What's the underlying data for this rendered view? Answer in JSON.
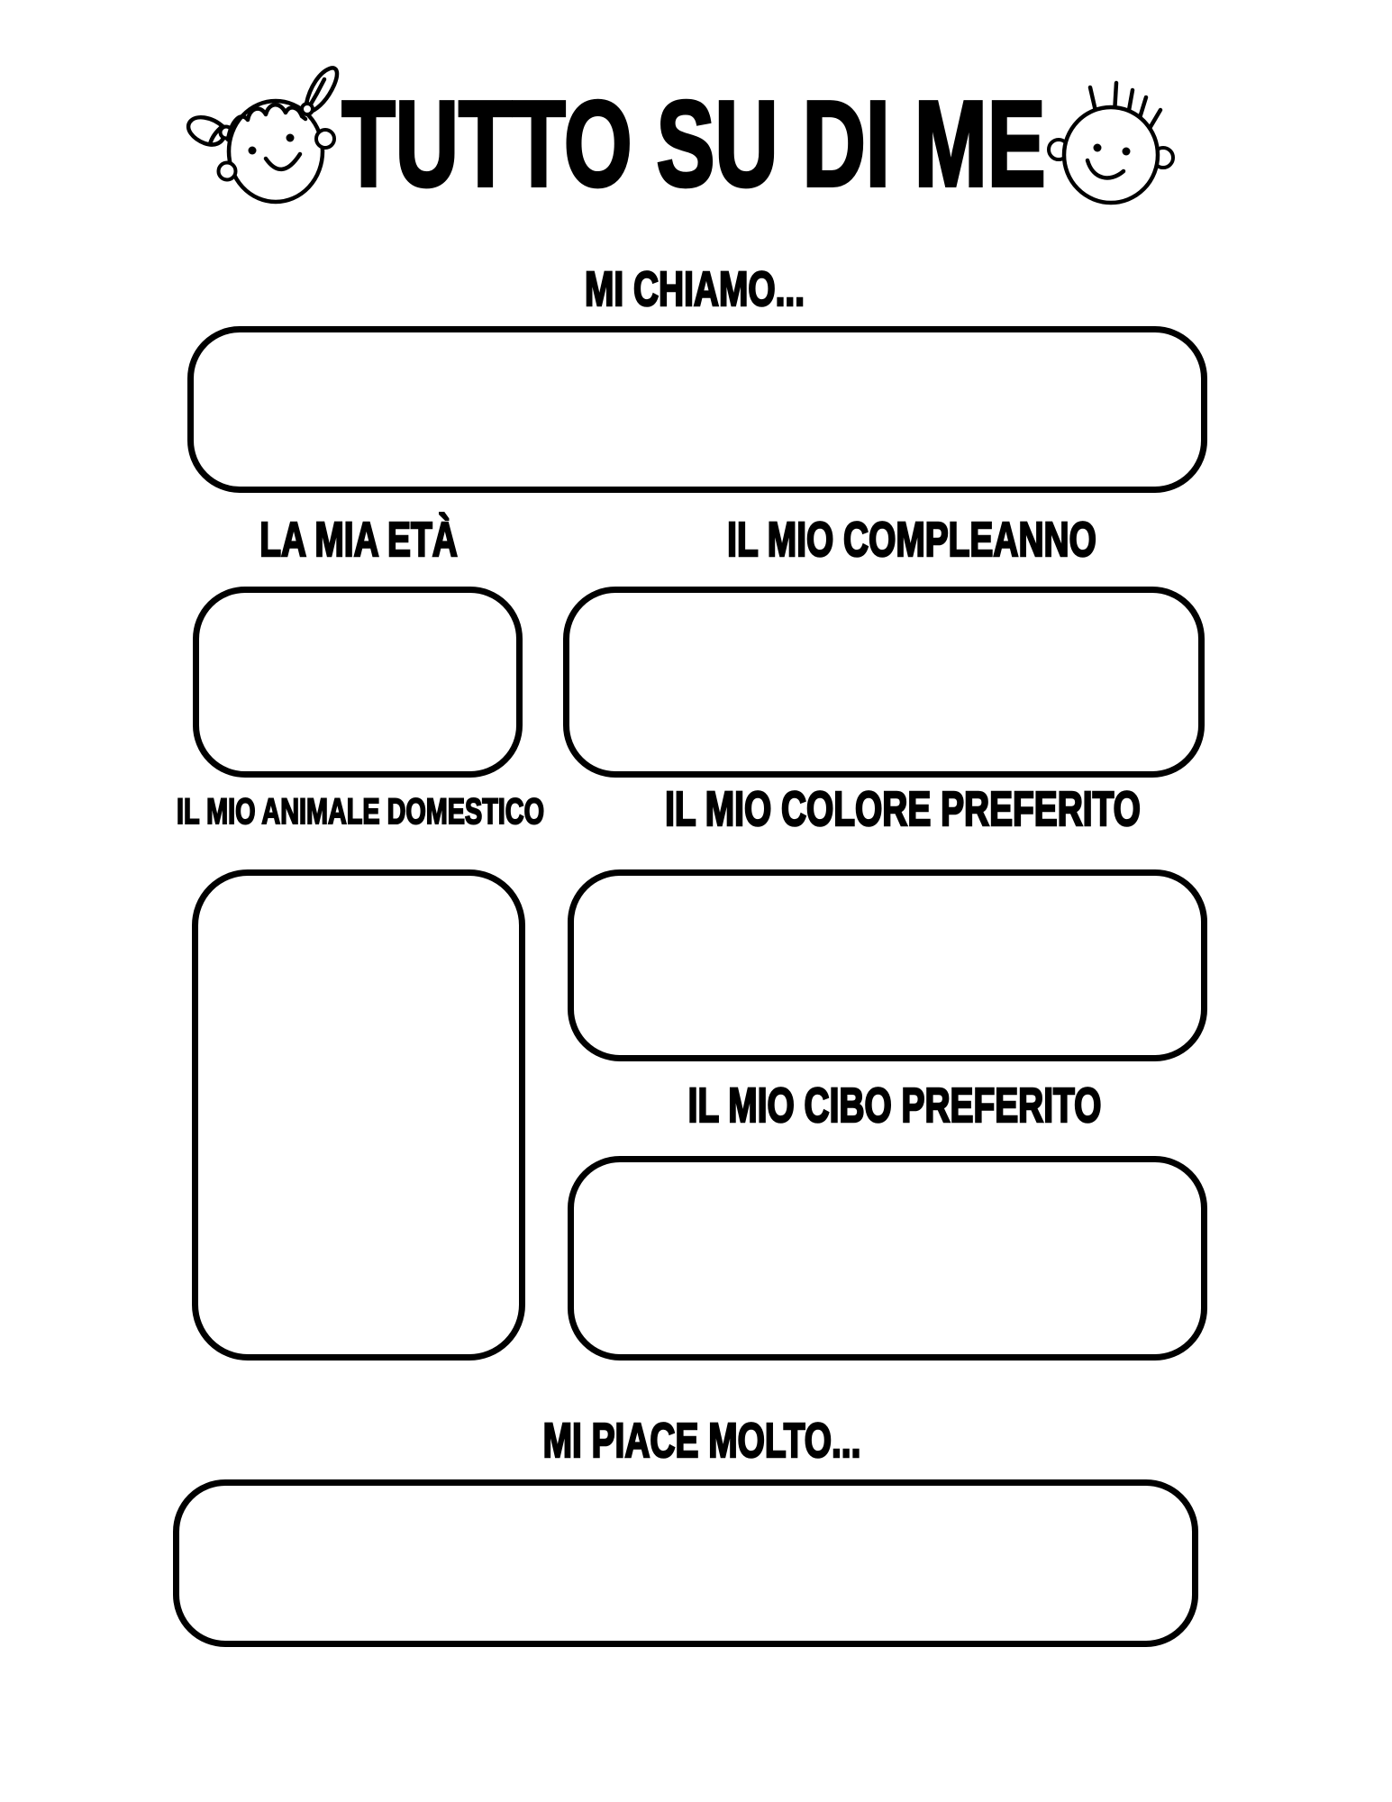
{
  "worksheet": {
    "title": "TUTTO SU DI ME",
    "header_icons": {
      "left": "girl-face",
      "right": "boy-face"
    },
    "colors": {
      "ink": "#000000",
      "paper": "#ffffff"
    },
    "fields": {
      "name": {
        "label": "MI CHIAMO...",
        "value": ""
      },
      "age": {
        "label": "LA MIA ETÀ",
        "value": ""
      },
      "birthday": {
        "label": "IL MIO COMPLEANNO",
        "value": ""
      },
      "pet": {
        "label": "IL MIO ANIMALE DOMESTICO",
        "value": ""
      },
      "color": {
        "label": "IL MIO COLORE PREFERITO",
        "value": ""
      },
      "food": {
        "label": "IL MIO CIBO PREFERITO",
        "value": ""
      },
      "likes": {
        "label": "MI PIACE MOLTO...",
        "value": ""
      }
    }
  }
}
